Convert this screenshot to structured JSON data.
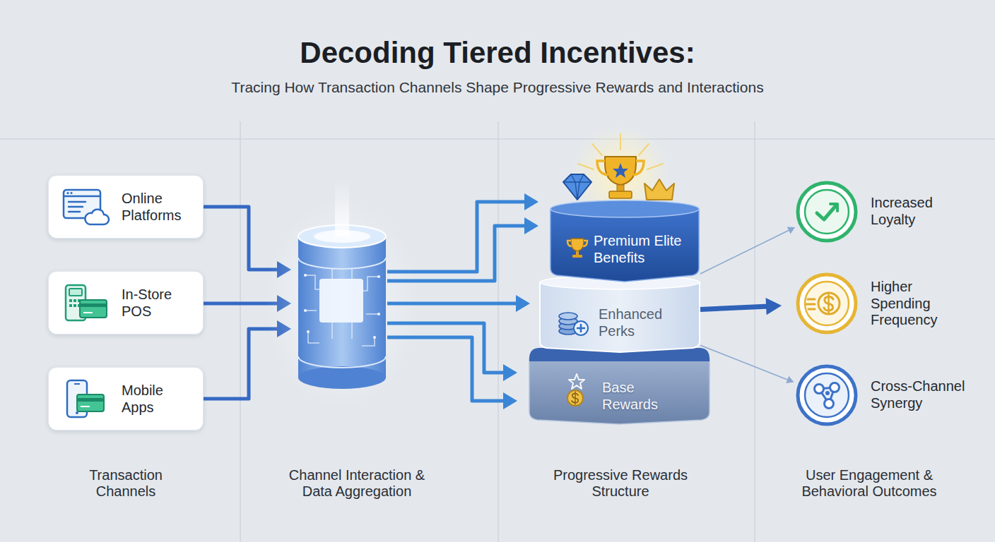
{
  "diagram": {
    "title": "Decoding Tiered Incentives:",
    "nodes": [
      {
        "text": [
          "Online Platforms"
        ]
      },
      {
        "text": [
          "In-Store POS"
        ]
      },
      {
        "text": [
          "Mobile Apps"
        ]
      },
      {
        "text": [
          "Premium Elite Benefits"
        ]
      },
      {
        "text": [
          "Enhanced Perks"
        ]
      },
      {
        "text": [
          "Base Rewards"
        ]
      },
      {
        "text": [
          "Increased Loyalty"
        ]
      },
      {
        "text": [
          "Higher Spending Frequency"
        ]
      },
      {
        "text": [
          "Cross-Channel Synergy"
        ]
      }
    ],
    "edges": [
      {
        "from": 4,
        "to": 6,
        "arrow": "to"
      },
      {
        "from": 4,
        "to": 7,
        "arrow": "to"
      },
      {
        "from": 4,
        "to": 8,
        "arrow": "to"
      }
    ],
    "labels": [
      "Tracing How Transaction Channels Shape Progressive Rewards and Interactions",
      "Transaction Channels",
      "Channel Interaction & Data Aggregation",
      "Progressive Rewards Structure",
      "User Engagement & Behavioral Outcomes"
    ]
  }
}
